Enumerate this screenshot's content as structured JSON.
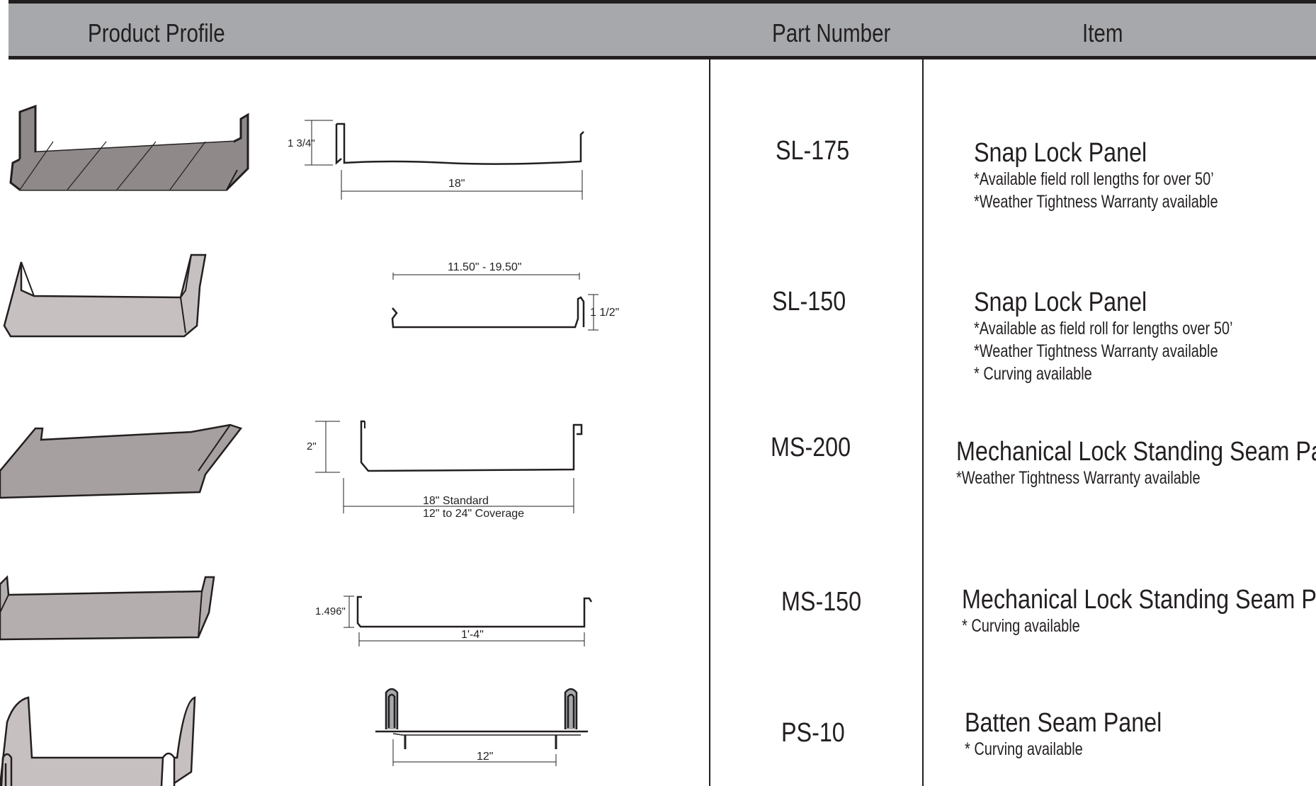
{
  "header": {
    "product_profile": "Product Profile",
    "part_number": "Part Number",
    "item": "Item"
  },
  "products": [
    {
      "part_number": "SL-175",
      "title": "Snap Lock Panel",
      "notes": [
        "*Available field roll lengths for over 50’",
        "*Weather Tightness Warranty available"
      ],
      "dimensions": {
        "height": "1 3/4\"",
        "width": "18\""
      }
    },
    {
      "part_number": "SL-150",
      "title": "Snap Lock Panel",
      "notes": [
        "*Available as field roll for lengths over 50’",
        "*Weather Tightness Warranty available",
        "* Curving available"
      ],
      "dimensions": {
        "height": "1 1/2\"",
        "width": "11.50\" - 19.50\""
      }
    },
    {
      "part_number": "MS-200",
      "title": "Mechanical Lock Standing Seam Panel",
      "notes": [
        "*Weather Tightness Warranty available"
      ],
      "dimensions": {
        "height": "2\"",
        "width_line1": "18\" Standard",
        "width_line2": "12\" to 24\" Coverage"
      }
    },
    {
      "part_number": "MS-150",
      "title": "Mechanical Lock Standing Seam Panel",
      "notes": [
        "* Curving available"
      ],
      "dimensions": {
        "height": "1.496\"",
        "width": "1'-4\""
      }
    },
    {
      "part_number": "PS-10",
      "title": "Batten Seam Panel",
      "notes": [
        "* Curving available"
      ],
      "dimensions": {
        "width": "12\""
      }
    }
  ],
  "colors": {
    "header_bg": "#a6a8ab",
    "line": "#231f20",
    "panel_dark": "#8f8a89",
    "panel_light": "#c7c0c0"
  }
}
